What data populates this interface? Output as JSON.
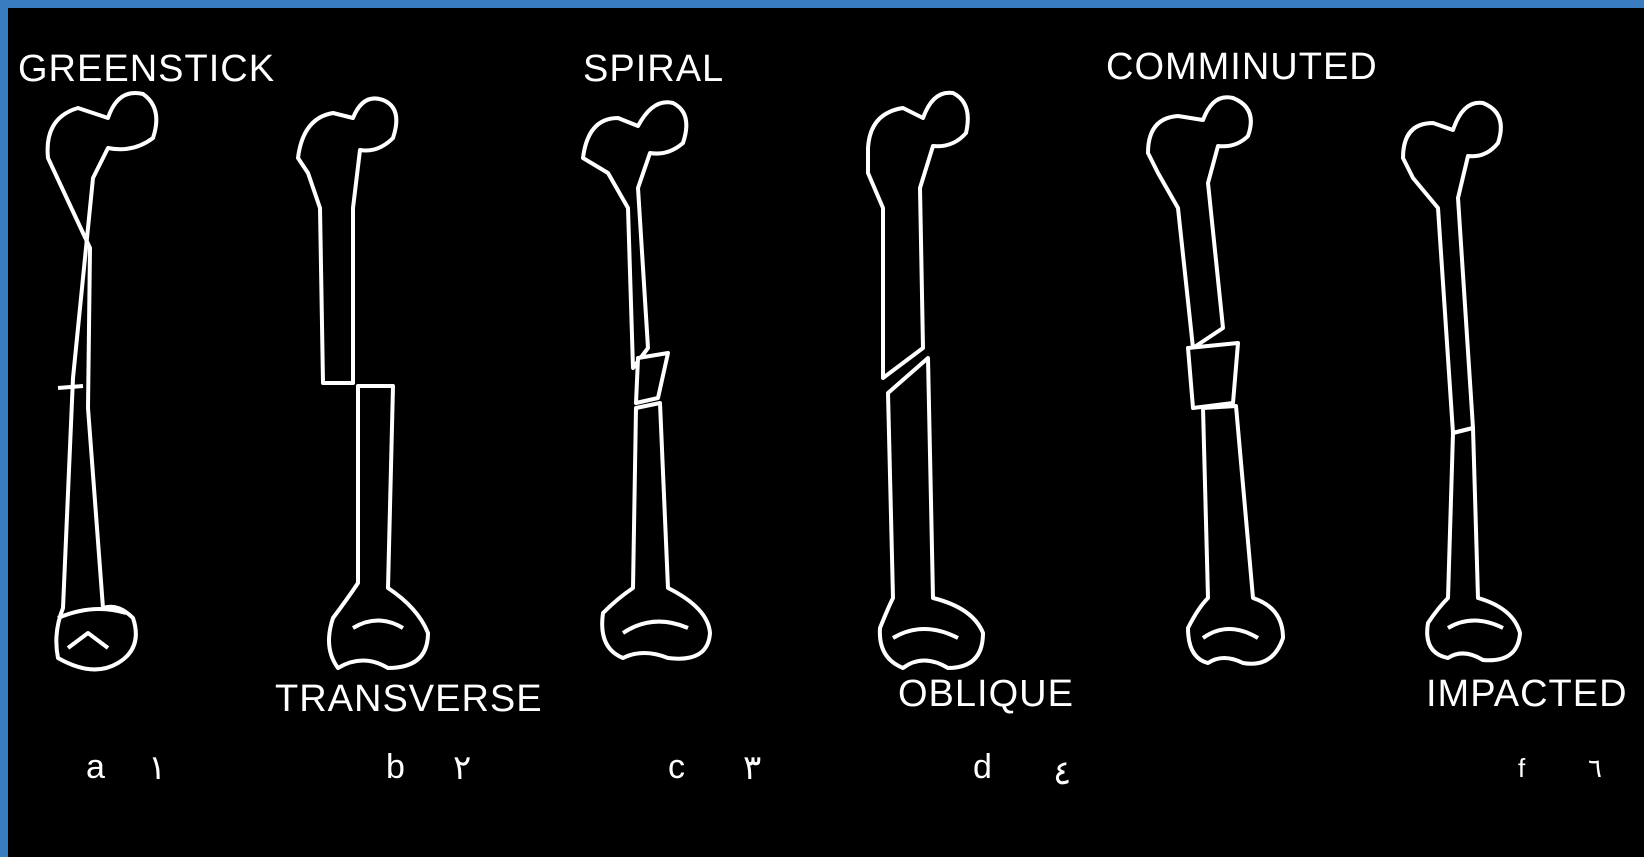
{
  "colors": {
    "border": "#3a7cc0",
    "background": "#000000",
    "ink": "#ffffff"
  },
  "fractures": [
    {
      "name": "GREENSTICK",
      "letter": "a",
      "numeral": "١"
    },
    {
      "name": "TRANSVERSE",
      "letter": "b",
      "numeral": "٢"
    },
    {
      "name": "SPIRAL",
      "letter": "c",
      "numeral": "٣"
    },
    {
      "name": "OBLIQUE",
      "letter": "d",
      "numeral": "٤"
    },
    {
      "name": "COMMINUTED",
      "letter": "",
      "numeral": ""
    },
    {
      "name": "IMPACTED",
      "letter": "f",
      "numeral": "٦"
    }
  ]
}
